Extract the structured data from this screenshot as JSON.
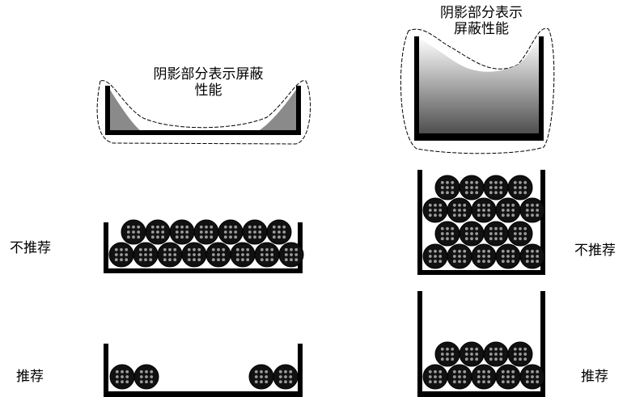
{
  "captions": {
    "left_line1": "阴影部分表示屏蔽",
    "left_line2": "性能",
    "right_line1": "阴影部分表示",
    "right_line2": "屏蔽性能"
  },
  "side_labels": {
    "left_top": "不推荐",
    "left_bottom": "推荐",
    "right_top": "不推荐",
    "right_bottom": "推荐"
  }
}
